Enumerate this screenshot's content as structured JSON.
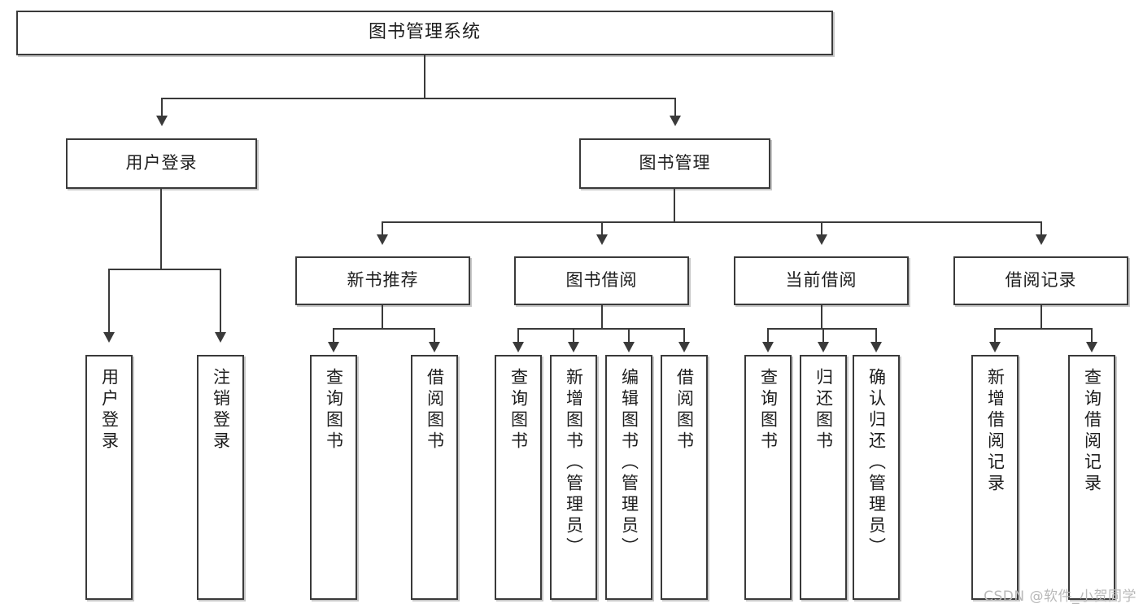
{
  "diagram": {
    "title": "图书管理系统",
    "type": "tree",
    "watermark": "CSDN @软件_小贺同学",
    "nodes": {
      "root": {
        "label": "图书管理系统"
      },
      "level1": [
        {
          "id": "user-login",
          "label": "用户登录"
        },
        {
          "id": "book-manage",
          "label": "图书管理"
        }
      ],
      "level2": [
        {
          "id": "new-book-recommend",
          "label": "新书推荐"
        },
        {
          "id": "book-borrow",
          "label": "图书借阅"
        },
        {
          "id": "current-borrow",
          "label": "当前借阅"
        },
        {
          "id": "borrow-record",
          "label": "借阅记录"
        }
      ],
      "leaves": {
        "user_login": [
          {
            "id": "leaf-user-login",
            "label": "用户登录"
          },
          {
            "id": "leaf-logout-login",
            "label": "注销登录"
          }
        ],
        "new_book_recommend": [
          {
            "id": "leaf-query-book-1",
            "label": "查询图书"
          },
          {
            "id": "leaf-borrow-book-1",
            "label": "借阅图书"
          }
        ],
        "book_borrow": [
          {
            "id": "leaf-query-book-2",
            "label": "查询图书"
          },
          {
            "id": "leaf-add-book",
            "label": "新增图书（管理员）"
          },
          {
            "id": "leaf-edit-book",
            "label": "编辑图书（管理员）"
          },
          {
            "id": "leaf-borrow-book-2",
            "label": "借阅图书"
          }
        ],
        "current_borrow": [
          {
            "id": "leaf-query-book-3",
            "label": "查询图书"
          },
          {
            "id": "leaf-return-book",
            "label": "归还图书"
          },
          {
            "id": "leaf-confirm-return",
            "label": "确认归还（管理员）"
          }
        ],
        "borrow_record": [
          {
            "id": "leaf-add-borrow-record",
            "label": "新增借阅记录"
          },
          {
            "id": "leaf-query-borrow-record",
            "label": "查询借阅记录"
          }
        ]
      }
    },
    "colors": {
      "border": "#3a3a3a",
      "background": "#ffffff",
      "text": "#1d1d1d",
      "watermark": "#b9b9b9"
    }
  }
}
